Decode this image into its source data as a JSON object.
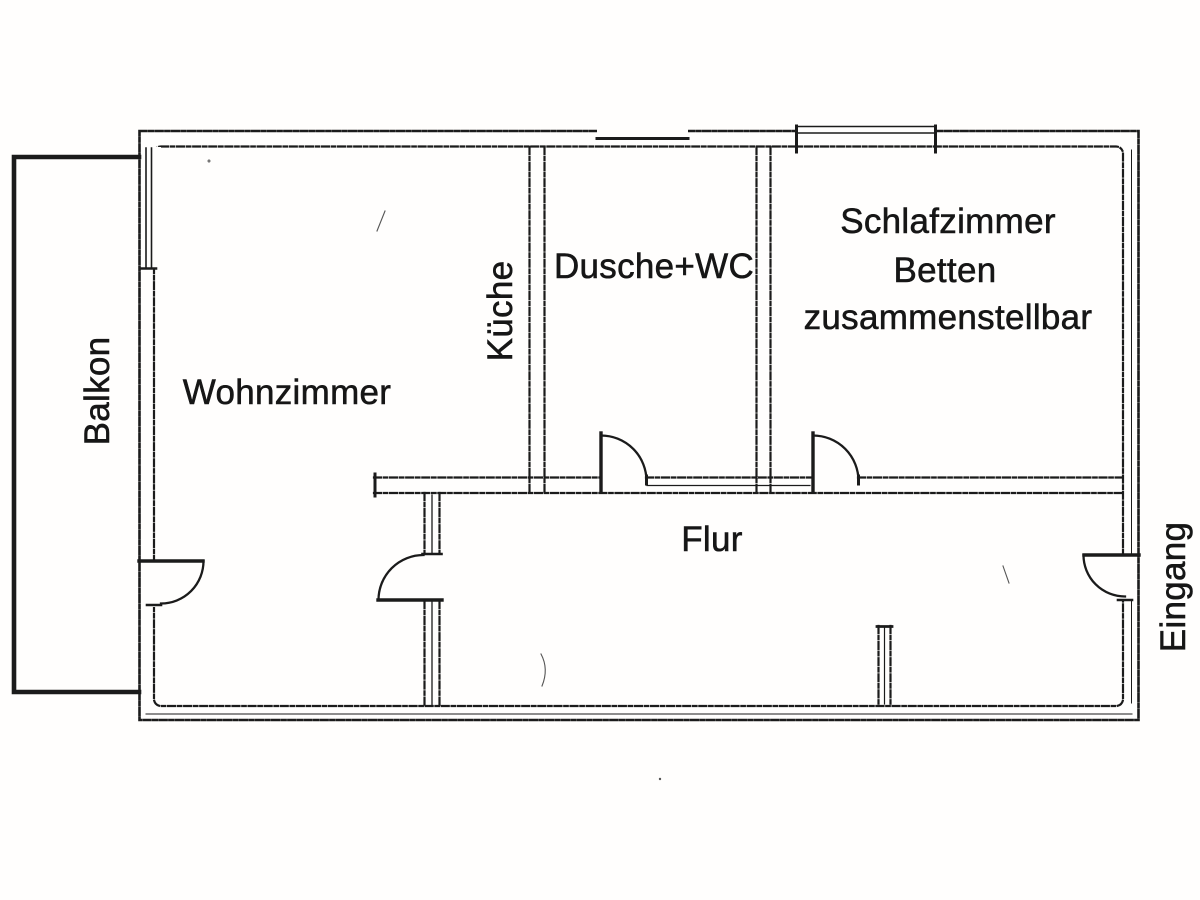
{
  "document_type": "apartment floor plan (scanned)",
  "colors": {
    "ink": "#1b1b1b",
    "paper": "#fffefd"
  },
  "rooms": {
    "balkon": {
      "label": "Balkon"
    },
    "wohnzimmer": {
      "label": "Wohnzimmer"
    },
    "kueche": {
      "label": "Küche"
    },
    "dusche_wc": {
      "label": "Dusche+WC"
    },
    "schlafzimmer": {
      "label": "Schlafzimmer",
      "note_line1": "Betten",
      "note_line2": "zusammenstellbar"
    },
    "flur": {
      "label": "Flur"
    },
    "eingang": {
      "label": "Eingang"
    }
  }
}
